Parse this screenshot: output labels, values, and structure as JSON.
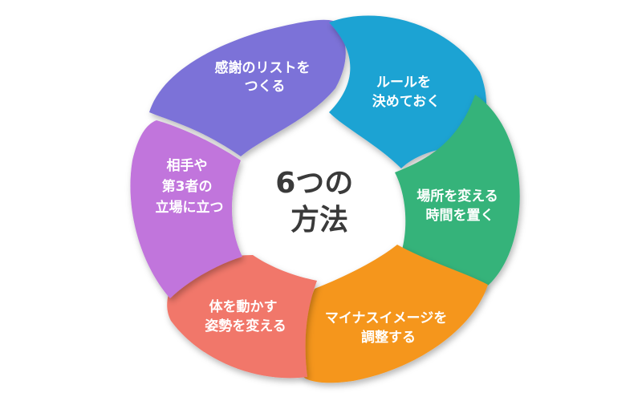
{
  "center": {
    "line1": "6つの",
    "line2": "方法"
  },
  "segments": [
    {
      "line1": "感謝のリストを",
      "line2": "つくる",
      "color": "#7b72d8"
    },
    {
      "line1": "ルールを",
      "line2": "決めておく",
      "color": "#1fa3d3"
    },
    {
      "line1": "場所を変える",
      "line2": "時間を置く",
      "color": "#34b37a"
    },
    {
      "line1": "マイナスイメージを",
      "line2": "調整する",
      "color": "#f5961e"
    },
    {
      "line1": "体を動かす",
      "line2": "姿勢を変える",
      "color": "#f1776b"
    },
    {
      "line1": "相手や",
      "line2": "第3者の",
      "line3": "立場に立つ",
      "color": "#c174dc"
    }
  ]
}
